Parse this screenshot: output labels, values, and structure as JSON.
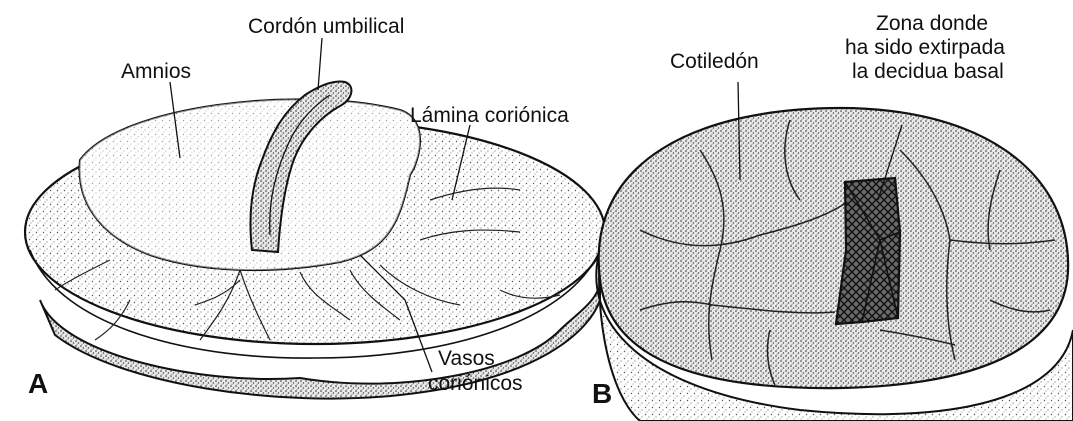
{
  "panel_a": {
    "letter": "A",
    "labels": {
      "umbilical_cord": "Cordón umbilical",
      "amnion": "Amnios",
      "chorionic_plate": "Lámina coriónica",
      "chorionic_vessels_line1": "Vasos",
      "chorionic_vessels_line2": "coriónicos"
    }
  },
  "panel_b": {
    "letter": "B",
    "labels": {
      "cotyledon": "Cotiledón",
      "removed_zone_line1": "Zona donde",
      "removed_zone_line2": "ha sido extirpada",
      "removed_zone_line3": "la decidua basal"
    }
  }
}
